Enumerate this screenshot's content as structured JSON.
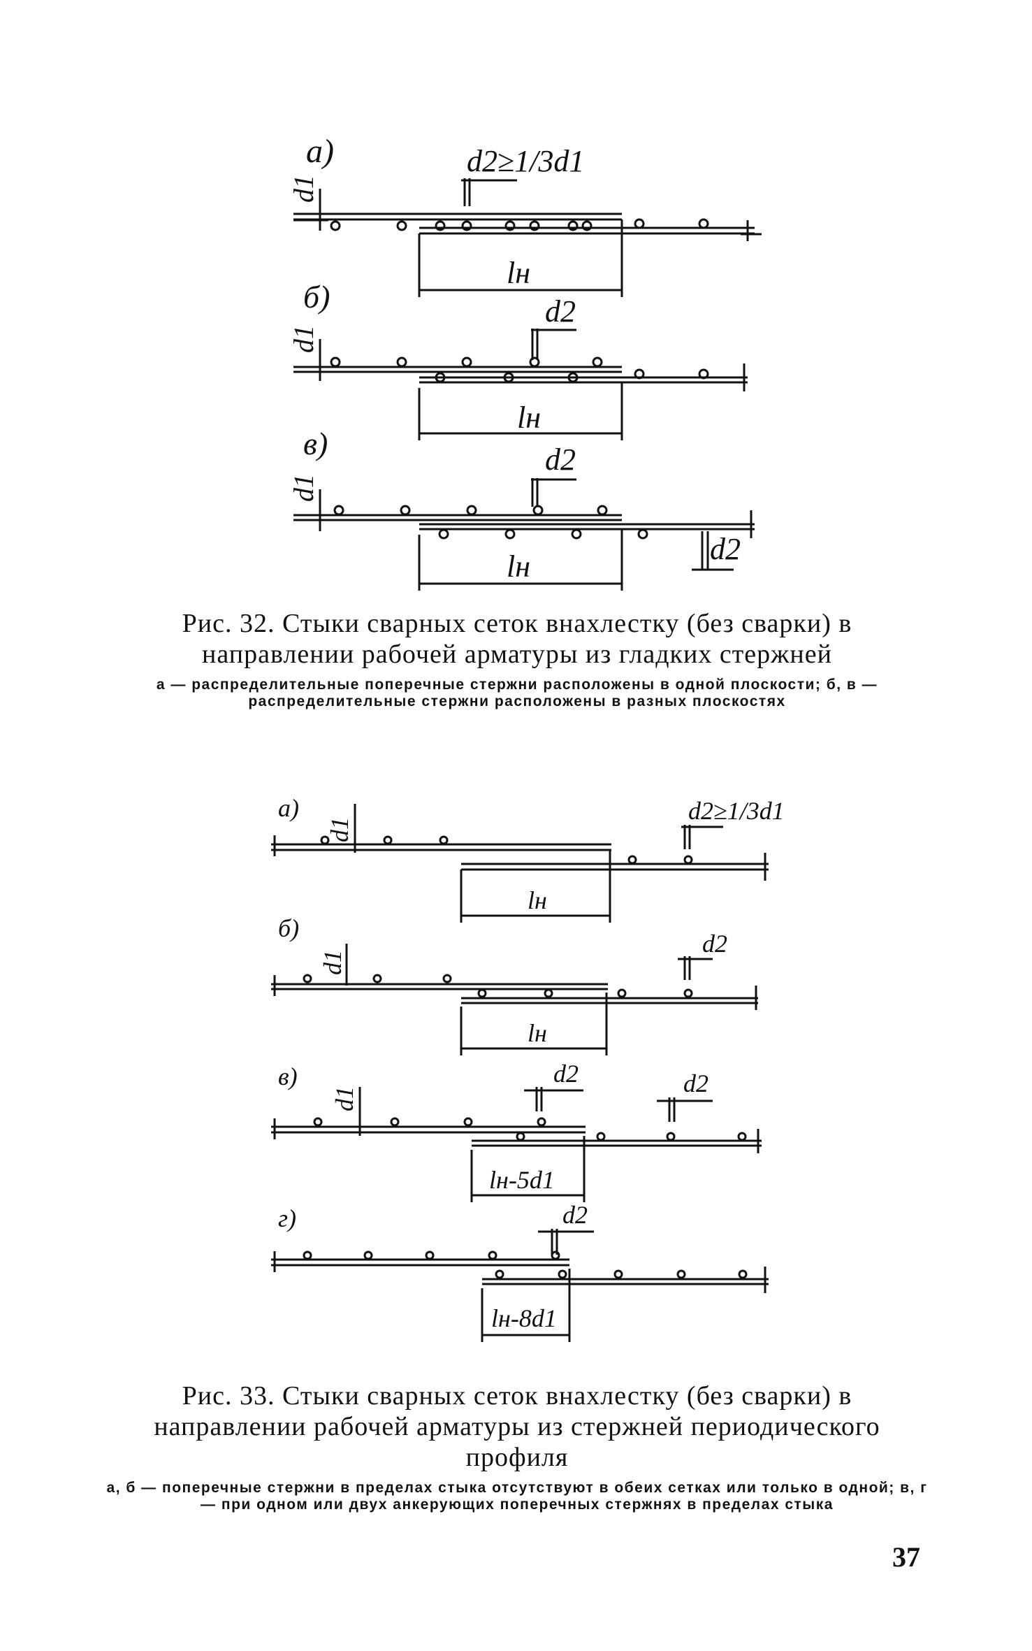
{
  "figure32": {
    "panels": [
      {
        "letter": "а)",
        "d1": "d1",
        "d2": "d2≥1/3d1",
        "ln": "lн"
      },
      {
        "letter": "б)",
        "d1": "d1",
        "d2": "d2",
        "ln": "lн"
      },
      {
        "letter": "в)",
        "d1": "d1",
        "d2": "d2",
        "d2b": "d2",
        "ln": "lн"
      }
    ],
    "title": "Рис. 32. Стыки сварных сеток внахлестку (без сварки) в направлении рабочей арматуры из гладких стержней",
    "note": "а — распределительные поперечные стержни расположены в одной плоскости; б, в — распределительные стержни расположены в разных плоскостях"
  },
  "figure33": {
    "panels": [
      {
        "letter": "а)",
        "d1": "d1",
        "d2": "d2≥1/3d1",
        "ln": "lн"
      },
      {
        "letter": "б)",
        "d1": "d1",
        "d2": "d2",
        "ln": "lн"
      },
      {
        "letter": "в)",
        "d1": "d1",
        "d2": "d2",
        "d2b": "d2",
        "ln": "lн-5d1"
      },
      {
        "letter": "г)",
        "d2": "d2",
        "ln": "lн-8d1"
      }
    ],
    "title": "Рис. 33. Стыки сварных сеток внахлестку (без сварки) в направлении рабочей арматуры из стержней периодического профиля",
    "note": "а, б — поперечные стержни в пределах стыка отсутствуют в обеих сетках или только в одной; в, г — при одном или двух анкерующих поперечных стержнях в пределах стыка"
  },
  "page_number": "37"
}
